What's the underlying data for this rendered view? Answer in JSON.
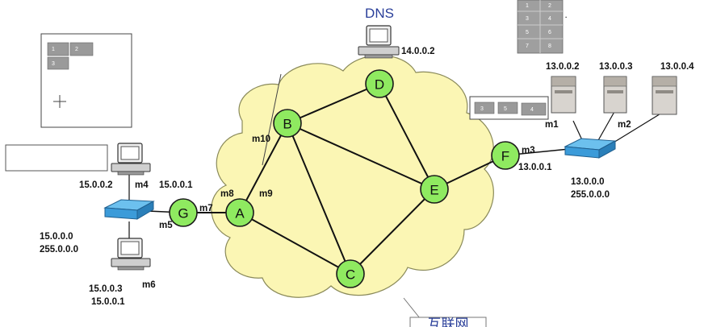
{
  "title": "DNS",
  "cloud_label": "互联网",
  "routers": [
    {
      "id": "A",
      "label": "A"
    },
    {
      "id": "B",
      "label": "B"
    },
    {
      "id": "C",
      "label": "C"
    },
    {
      "id": "D",
      "label": "D"
    },
    {
      "id": "E",
      "label": "E"
    },
    {
      "id": "F",
      "label": "F"
    },
    {
      "id": "G",
      "label": "G"
    }
  ],
  "links": [
    [
      "A",
      "B"
    ],
    [
      "A",
      "C"
    ],
    [
      "B",
      "D"
    ],
    [
      "B",
      "E"
    ],
    [
      "B",
      "C"
    ],
    [
      "D",
      "E"
    ],
    [
      "C",
      "E"
    ],
    [
      "E",
      "F"
    ],
    [
      "G",
      "A"
    ]
  ],
  "labels": {
    "dns_ip": "14.0.0.2",
    "m1": "m1",
    "m2": "m2",
    "m3": "m3",
    "m4": "m4",
    "m5": "m5",
    "m6": "m6",
    "m7": "m7",
    "m8": "m8",
    "m9": "m9",
    "m10": "m10",
    "f_ip": "13.0.0.1",
    "srv1_ip": "13.0.0.2",
    "srv2_ip": "13.0.0.3",
    "srv3_ip": "13.0.0.4",
    "right_net": "13.0.0.0",
    "right_mask": "255.0.0.0",
    "g_ip": "15.0.0.1",
    "pc_top_ip": "15.0.0.2",
    "left_net": "15.0.0.0",
    "left_mask": "255.0.0.0",
    "pc_bottom_ip": "15.0.0.3",
    "pc_bottom_gw": "15.0.0.1"
  },
  "table_panel": {
    "cells": [
      "1",
      "2",
      "3"
    ]
  },
  "right_panel": {
    "cells": [
      "3",
      "5",
      "4"
    ]
  },
  "grid_panel": {
    "cells": [
      "1",
      "2",
      "3",
      "4",
      "5",
      "6",
      "7",
      "8"
    ]
  },
  "colors": {
    "cloud": "#fbf6b4",
    "cloud_stroke": "#8a8a5a",
    "router": "#8fea60",
    "switch": "#3b9bd9",
    "title": "#2a3f9a"
  }
}
